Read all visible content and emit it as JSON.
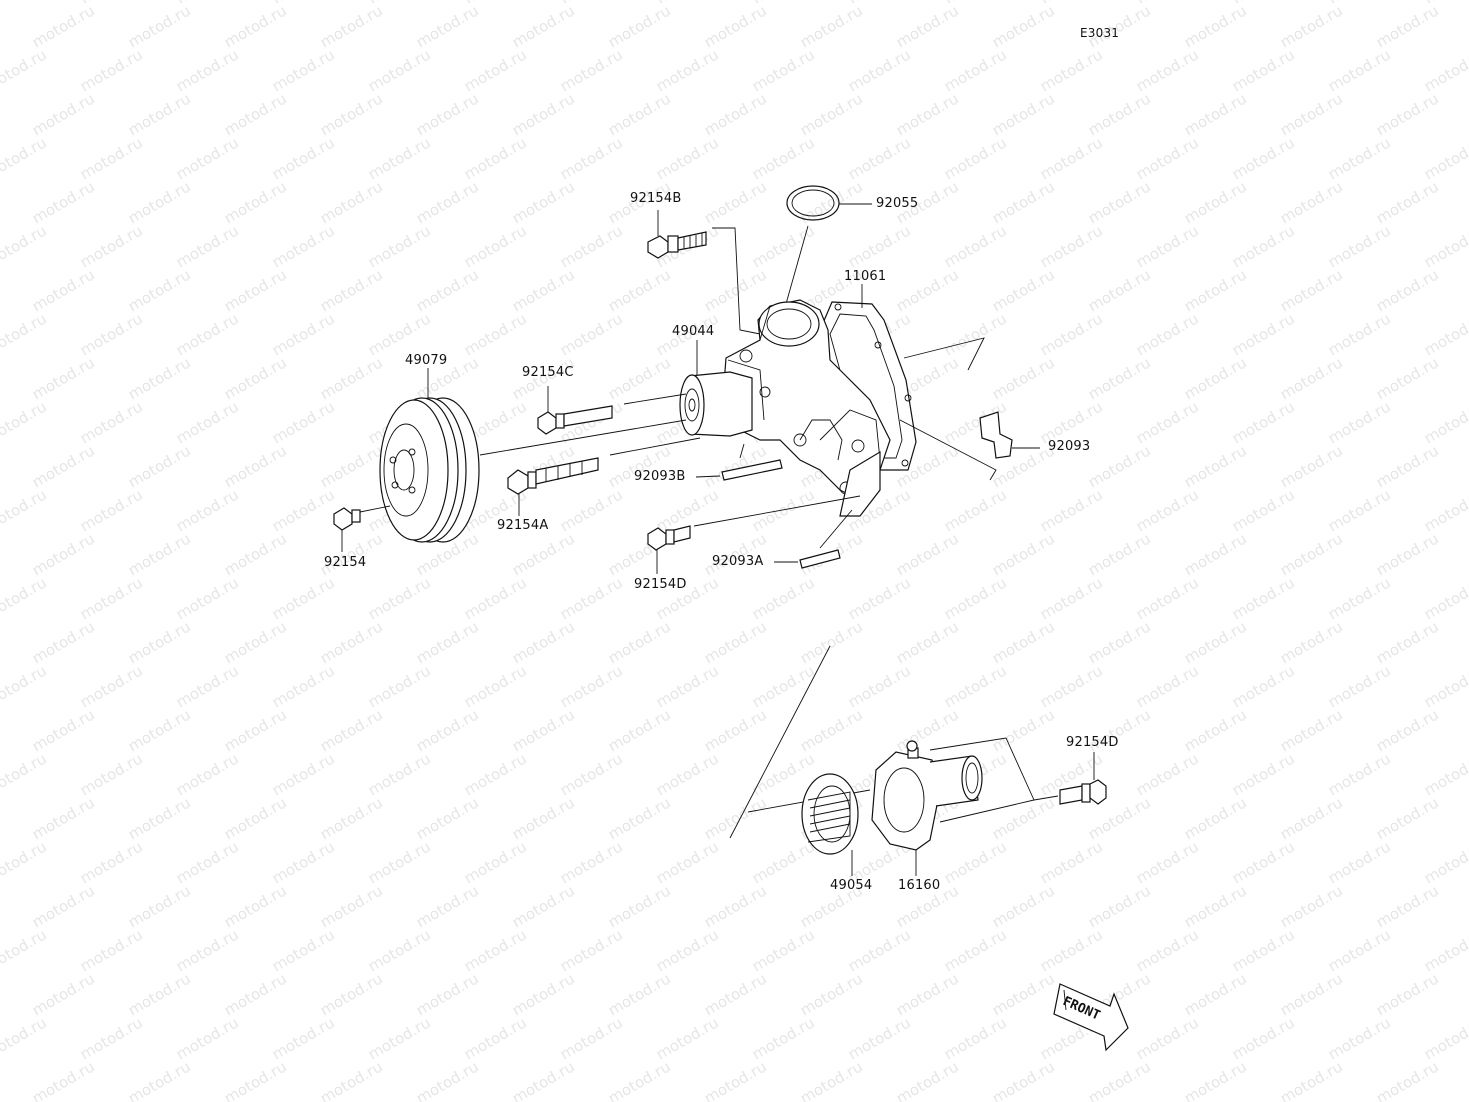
{
  "diagram": {
    "code": "E3031",
    "watermark": "motod.ru",
    "front_label": "FRONT",
    "parts": [
      {
        "id": "92055",
        "label": "92055"
      },
      {
        "id": "92154B",
        "label": "92154B"
      },
      {
        "id": "11061",
        "label": "11061"
      },
      {
        "id": "49044",
        "label": "49044"
      },
      {
        "id": "49079",
        "label": "49079"
      },
      {
        "id": "92154C",
        "label": "92154C"
      },
      {
        "id": "92093",
        "label": "92093"
      },
      {
        "id": "92093B",
        "label": "92093B"
      },
      {
        "id": "92154A",
        "label": "92154A"
      },
      {
        "id": "92154",
        "label": "92154"
      },
      {
        "id": "92154D",
        "label": "92154D"
      },
      {
        "id": "92093A",
        "label": "92093A"
      },
      {
        "id": "92154D_b",
        "label": "92154D"
      },
      {
        "id": "49054",
        "label": "49054"
      },
      {
        "id": "16160",
        "label": "16160"
      }
    ]
  }
}
